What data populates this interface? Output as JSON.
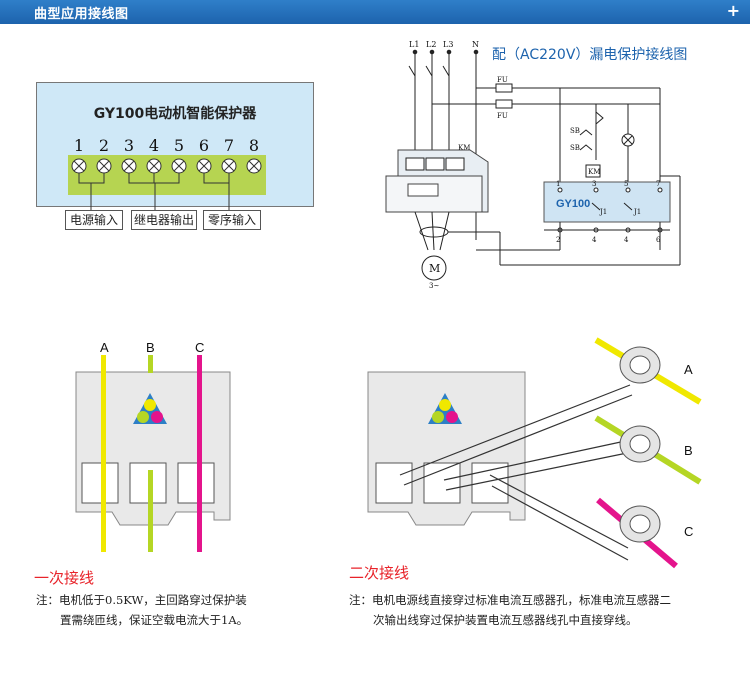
{
  "header": {
    "title": "曲型应用接线图",
    "plus": "+"
  },
  "terminal_box": {
    "title": "GY100电动机智能保护器",
    "numbers": [
      "1",
      "2",
      "3",
      "4",
      "5",
      "6",
      "7",
      "8"
    ],
    "groups": [
      "电源输入",
      "继电器输出",
      "零序输入"
    ]
  },
  "wiring": {
    "title": "配（AC220V）漏电保护接线图",
    "lines": [
      "L1",
      "L2",
      "L3",
      "N"
    ],
    "fuse": "FU",
    "km": "KM",
    "sb_stop": "SB",
    "sb_start": "SB",
    "device": "GY100",
    "top_terminals": [
      "1",
      "3",
      "5",
      "7"
    ],
    "bottom_terminals": [
      "2",
      "4",
      "4",
      "6"
    ],
    "relay_contacts": [
      "J1",
      "J1"
    ],
    "motor": "M",
    "motor_sub": "3~"
  },
  "phases": {
    "a": "A",
    "b": "B",
    "c": "C"
  },
  "primary": {
    "title": "一次接线",
    "note": [
      "注：电机低于0.5KW，主回路穿过保护装",
      "置需绕匝线，保证空载电流大于1A。"
    ]
  },
  "secondary": {
    "title": "二次接线",
    "note": [
      "注：电机电源线直接穿过标准电流互感器孔，标准电流互感器二",
      "次输出线穿过保护装置电流互感器线孔中直接穿线。"
    ]
  },
  "colors": {
    "a": "#f0e800",
    "b": "#b5d624",
    "c": "#e4148c",
    "header": "#1d63ad",
    "terminal_strip": "#b6d451"
  }
}
